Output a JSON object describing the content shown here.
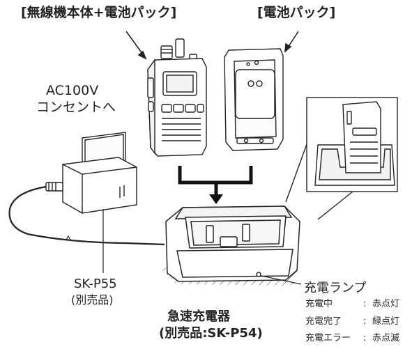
{
  "labels": {
    "radio_with_battery": "[無線機本体+電池パック]",
    "battery_pack": "[電池パック]",
    "ac_line1": "AC100V",
    "ac_line2": "コンセントへ",
    "adapter_model": "SK-P55",
    "adapter_note": "(別売品)",
    "charger_name": "急速充電器",
    "charger_note": "(別売品:SK-P54)",
    "lamp_title": "充電ランプ"
  },
  "lamp_states": [
    {
      "state": "充電中",
      "sep": ":",
      "indicator": "赤点灯"
    },
    {
      "state": "充電完了",
      "sep": ":",
      "indicator": "緑点灯"
    },
    {
      "state": "充電エラー",
      "sep": ":",
      "indicator": "赤点滅"
    }
  ]
}
